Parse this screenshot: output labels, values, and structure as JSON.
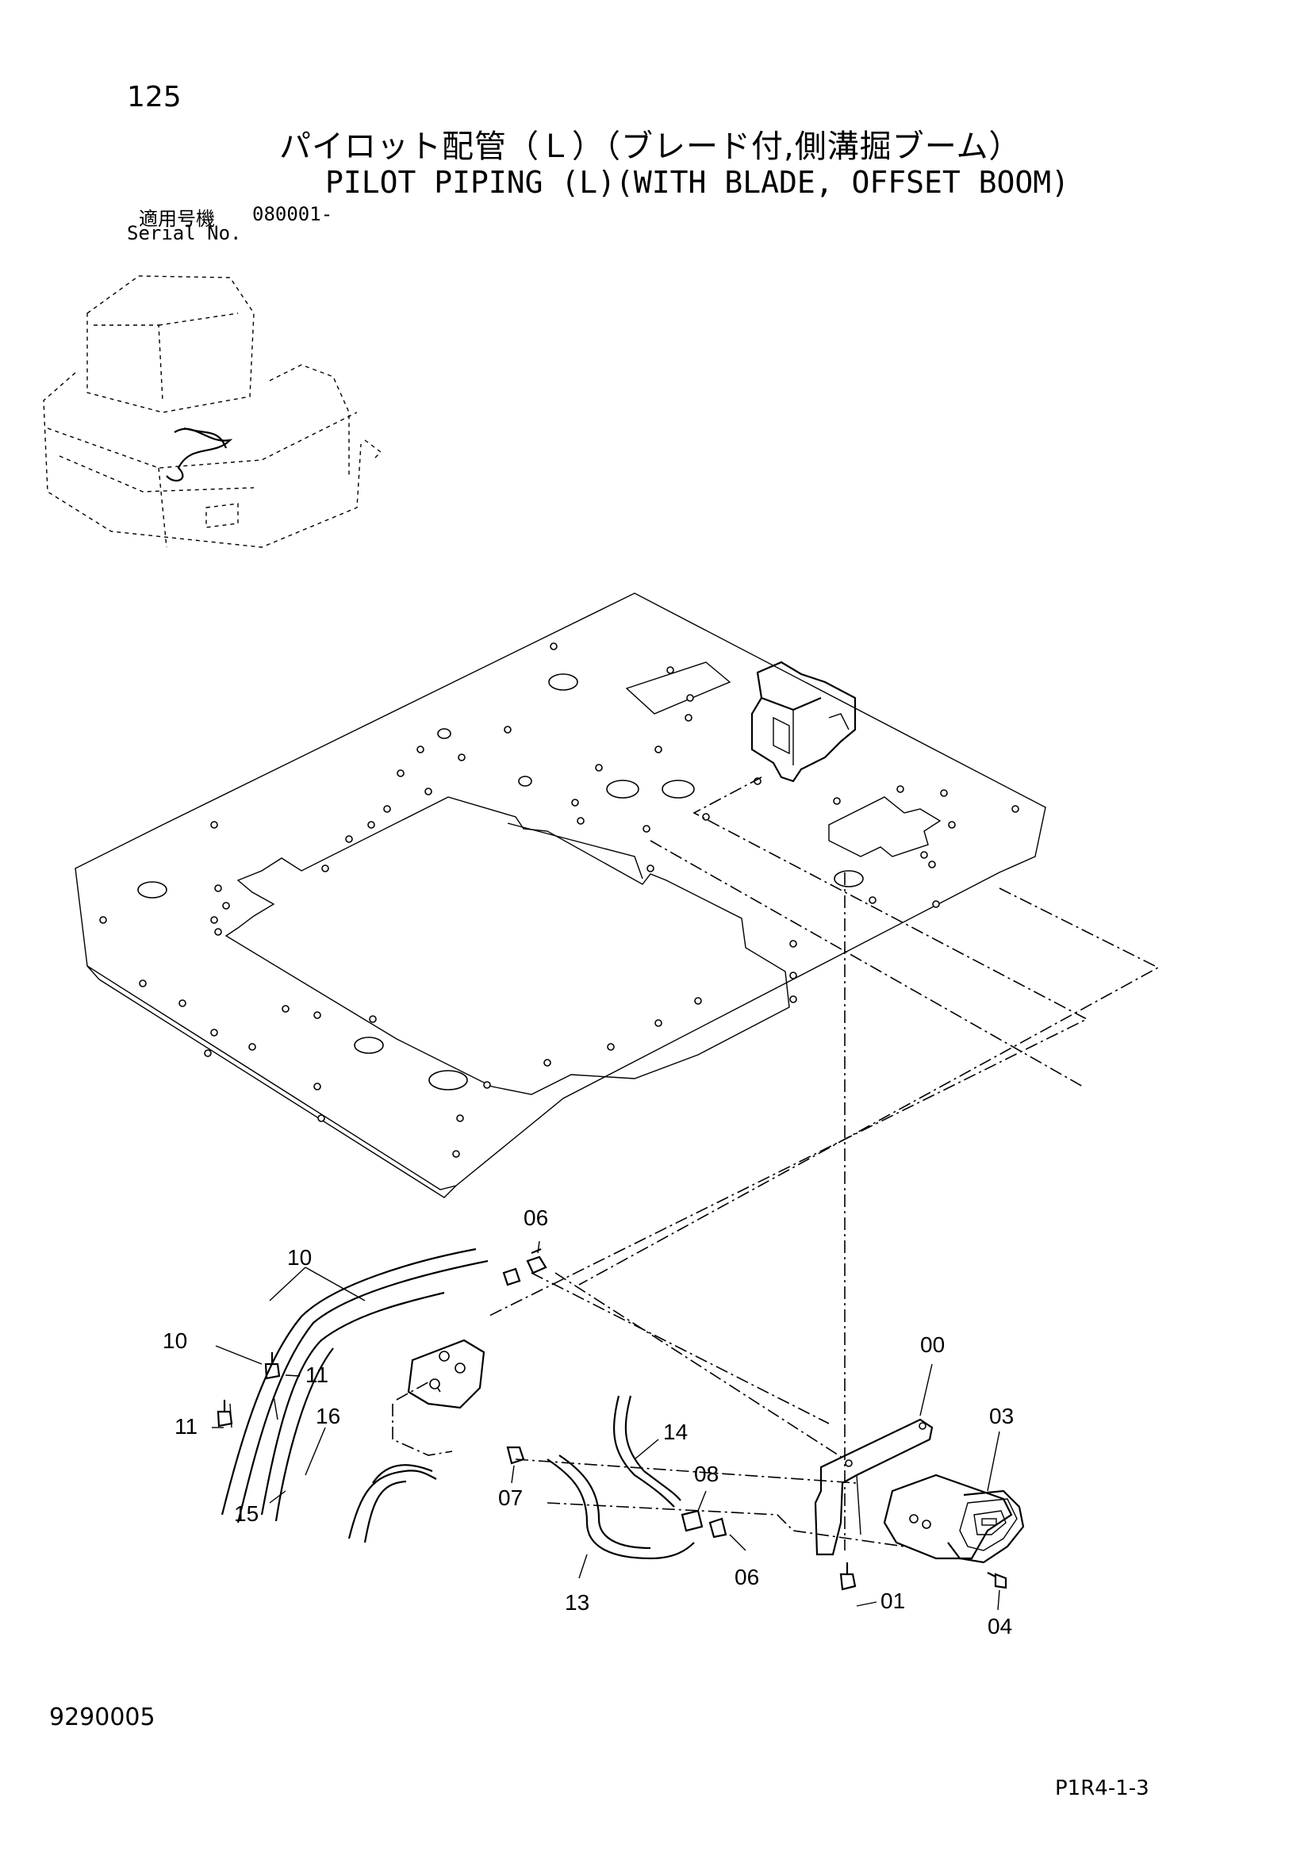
{
  "header": {
    "page_number": "125",
    "title_jp": "パイロット配管（Ｌ）（ブレード付,側溝掘ブーム）",
    "title_en": "PILOT PIPING (L)(WITH BLADE, OFFSET BOOM)",
    "serial_label_jp": "適用号機",
    "serial_value": "080001-",
    "serial_label_en": "Serial No."
  },
  "callouts": [
    {
      "id": "part-00",
      "label": "00"
    },
    {
      "id": "part-01",
      "label": "01"
    },
    {
      "id": "part-03",
      "label": "03"
    },
    {
      "id": "part-04",
      "label": "04"
    },
    {
      "id": "part-06a",
      "label": "06"
    },
    {
      "id": "part-06b",
      "label": "06"
    },
    {
      "id": "part-07",
      "label": "07"
    },
    {
      "id": "part-08",
      "label": "08"
    },
    {
      "id": "part-10a",
      "label": "10"
    },
    {
      "id": "part-10b",
      "label": "10"
    },
    {
      "id": "part-11a",
      "label": "11"
    },
    {
      "id": "part-11b",
      "label": "11"
    },
    {
      "id": "part-13",
      "label": "13"
    },
    {
      "id": "part-14",
      "label": "14"
    },
    {
      "id": "part-15",
      "label": "15"
    },
    {
      "id": "part-16",
      "label": "16"
    }
  ],
  "footer": {
    "doc_number": "9290005",
    "page_ref": "P1R4-1-3"
  }
}
